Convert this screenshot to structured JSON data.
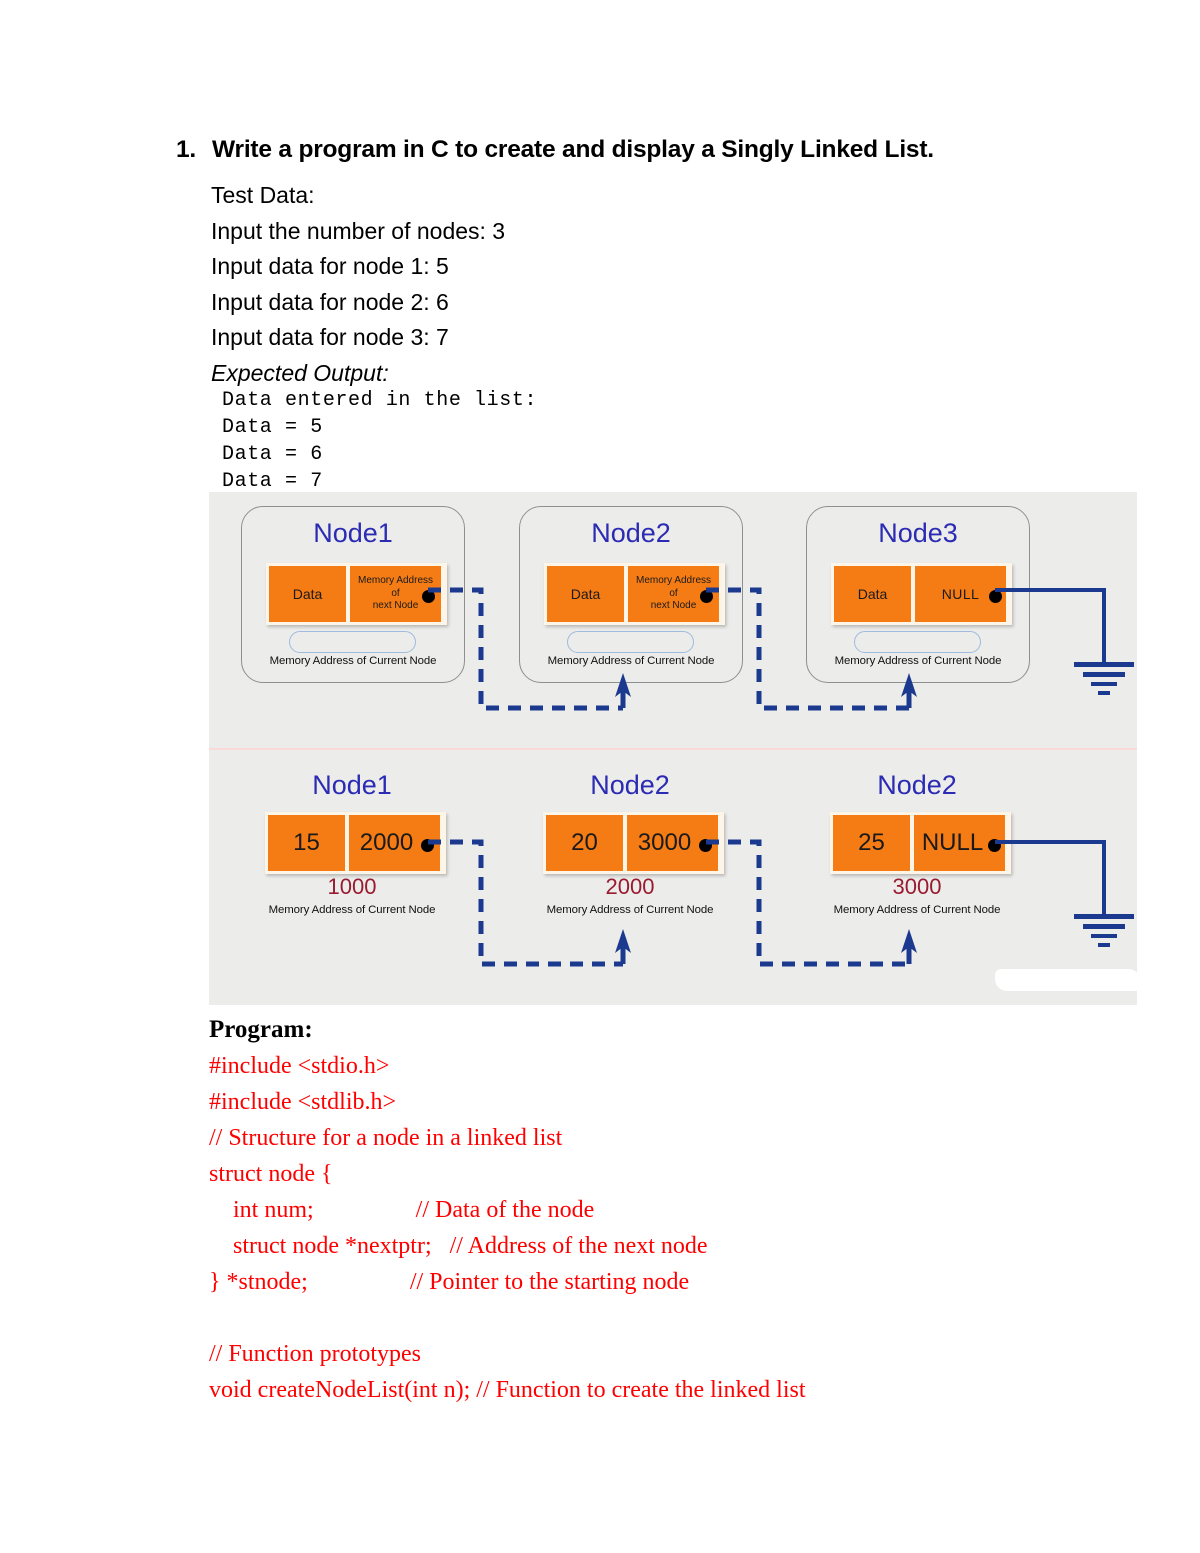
{
  "question": {
    "number": "1.",
    "title": "Write a program in C to create and display a Singly Linked List."
  },
  "test_data": {
    "heading": "Test Data:",
    "lines": [
      "Input the number of nodes: 3",
      "Input data for node 1: 5",
      "Input data for node 2: 6",
      "Input data for node 3: 7"
    ],
    "expected_output_label": "Expected Output:"
  },
  "console_output": [
    "Data entered in the list:",
    "Data = 5",
    "Data = 6",
    "Data = 7"
  ],
  "figure": {
    "concept_nodes": [
      {
        "title": "Node1",
        "data_label": "Data",
        "next_line1": "Memory Address",
        "next_line2": "of",
        "next_line3": "next Node",
        "address_caption": "Memory Address of Current Node",
        "terminal": false
      },
      {
        "title": "Node2",
        "data_label": "Data",
        "next_line1": "Memory Address",
        "next_line2": "of",
        "next_line3": "next Node",
        "address_caption": "Memory Address of Current Node",
        "terminal": false
      },
      {
        "title": "Node3",
        "data_label": "Data",
        "null_label": "NULL",
        "address_caption": "Memory Address of Current Node",
        "terminal": true
      }
    ],
    "value_nodes": [
      {
        "title": "Node1",
        "data": "15",
        "next": "2000",
        "address": "1000",
        "address_caption": "Memory Address of Current Node",
        "terminal": false
      },
      {
        "title": "Node2",
        "data": "20",
        "next": "3000",
        "address": "2000",
        "address_caption": "Memory Address of Current Node",
        "terminal": false
      },
      {
        "title": "Node2",
        "data": "25",
        "next": "NULL",
        "address": "3000",
        "address_caption": "Memory Address of Current Node",
        "terminal": true
      }
    ],
    "colors": {
      "cell_fill": "#f57c14",
      "node_title": "#2b2bb4",
      "wire": "#1b3a8f",
      "address_value": "#9a1b30",
      "background": "#ececea",
      "divider": "#fbd9d9"
    }
  },
  "program": {
    "heading": "Program:",
    "code_color": "#ff0000",
    "lines": [
      "#include <stdio.h>",
      "#include <stdlib.h>",
      "// Structure for a node in a linked list",
      "struct node {",
      "    int num;                 // Data of the node",
      "    struct node *nextptr;   // Address of the next node",
      "} *stnode;                 // Pointer to the starting node",
      "",
      "// Function prototypes",
      "void createNodeList(int n); // Function to create the linked list"
    ]
  }
}
